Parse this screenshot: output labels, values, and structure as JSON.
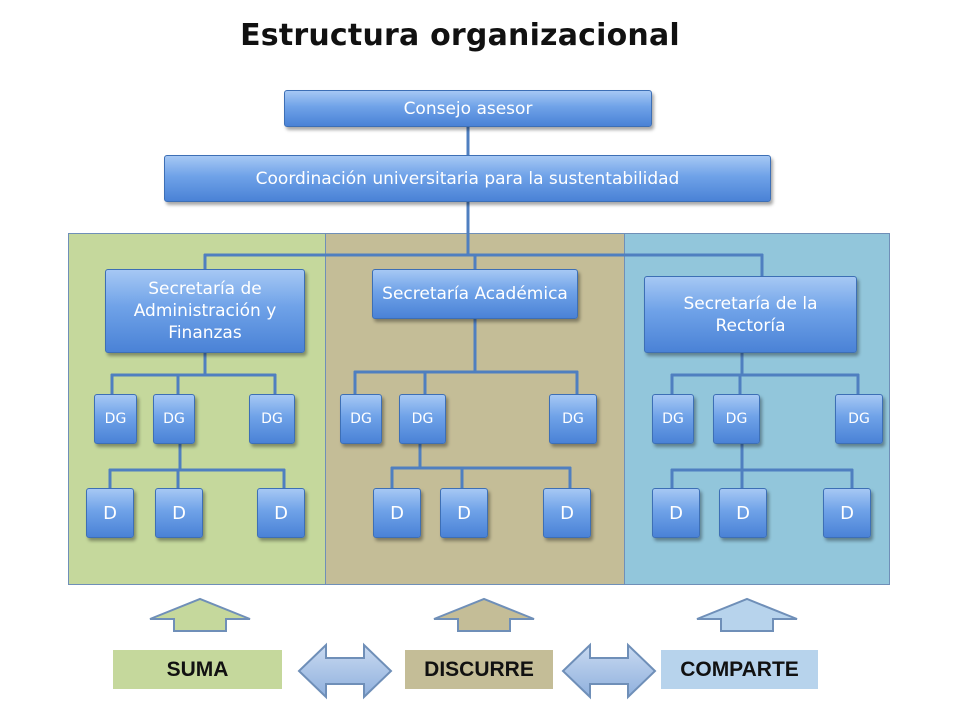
{
  "title": "Estructura organizacional",
  "top": {
    "council": "Consejo asesor",
    "coordination": "Coordinación universitaria para la sustentabilidad"
  },
  "secretariats": [
    {
      "name": "Secretaría de Administración y Finanzas",
      "color": "#c5d89c"
    },
    {
      "name": "Secretaría Académica",
      "color": "#c4bd97"
    },
    {
      "name": "Secretaría de la Rectoría",
      "color": "#92c6db"
    }
  ],
  "unit_labels": {
    "dg": "DG",
    "d": "D"
  },
  "bottom_labels": [
    "SUMA",
    "DISCURRE",
    "COMPARTE"
  ],
  "colors": {
    "box_blue": "#4a82d6",
    "connector": "#4f7fc0"
  }
}
